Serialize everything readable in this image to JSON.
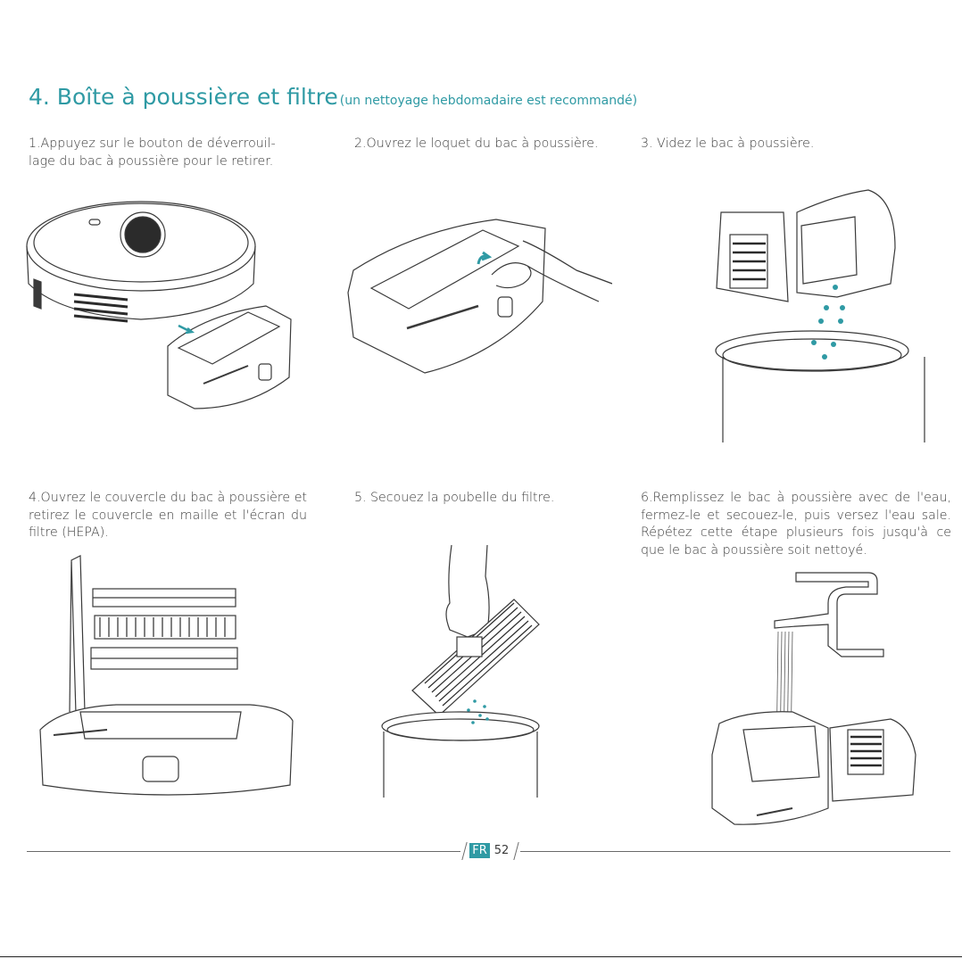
{
  "header": {
    "title": "4. Boîte à poussière et filtre",
    "subtitle": "(un nettoyage hebdomadaire est recommandé)"
  },
  "steps": [
    {
      "line1": "1.Appuyez sur le bouton de déverrouil-",
      "line2": "lage du bac à poussière pour le retirer."
    },
    {
      "text": "2.Ouvrez le loquet du bac à poussière."
    },
    {
      "text": "3. Videz le bac à poussière."
    },
    {
      "text": "4.Ouvrez le couvercle du bac à poussière et retirez le couvercle en maille et l'écran du filtre (HEPA)."
    },
    {
      "text": "5. Secouez la poubelle du filtre."
    },
    {
      "text": "6.Remplissez le bac à poussière avec de l'eau, fermez-le et secouez-le, puis versez l'eau sale. Répétez cette étape plusieurs fois jusqu'à ce que le bac à poussière soit nettoyé."
    }
  ],
  "footer": {
    "lang": "FR",
    "page": "52"
  },
  "colors": {
    "accent": "#2f9aa4",
    "line": "#3a3a3a"
  }
}
